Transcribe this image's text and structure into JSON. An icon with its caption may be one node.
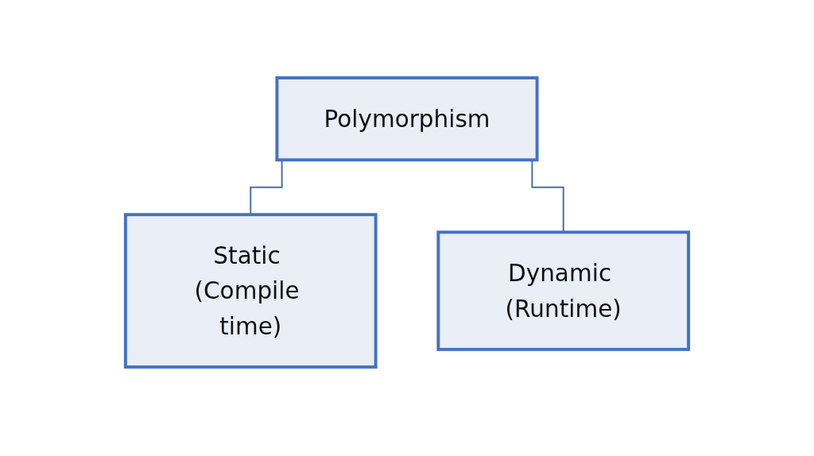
{
  "diagram": {
    "nodes": [
      {
        "text": [
          "Polymorphism"
        ]
      },
      {
        "text": [
          "Static (Compile time)"
        ]
      },
      {
        "text": [
          "Dynamic (Runtime)"
        ]
      }
    ],
    "edges": [
      {
        "from": 0,
        "to": 1,
        "arrow": "none"
      },
      {
        "from": 0,
        "to": 2,
        "arrow": "none"
      }
    ]
  }
}
